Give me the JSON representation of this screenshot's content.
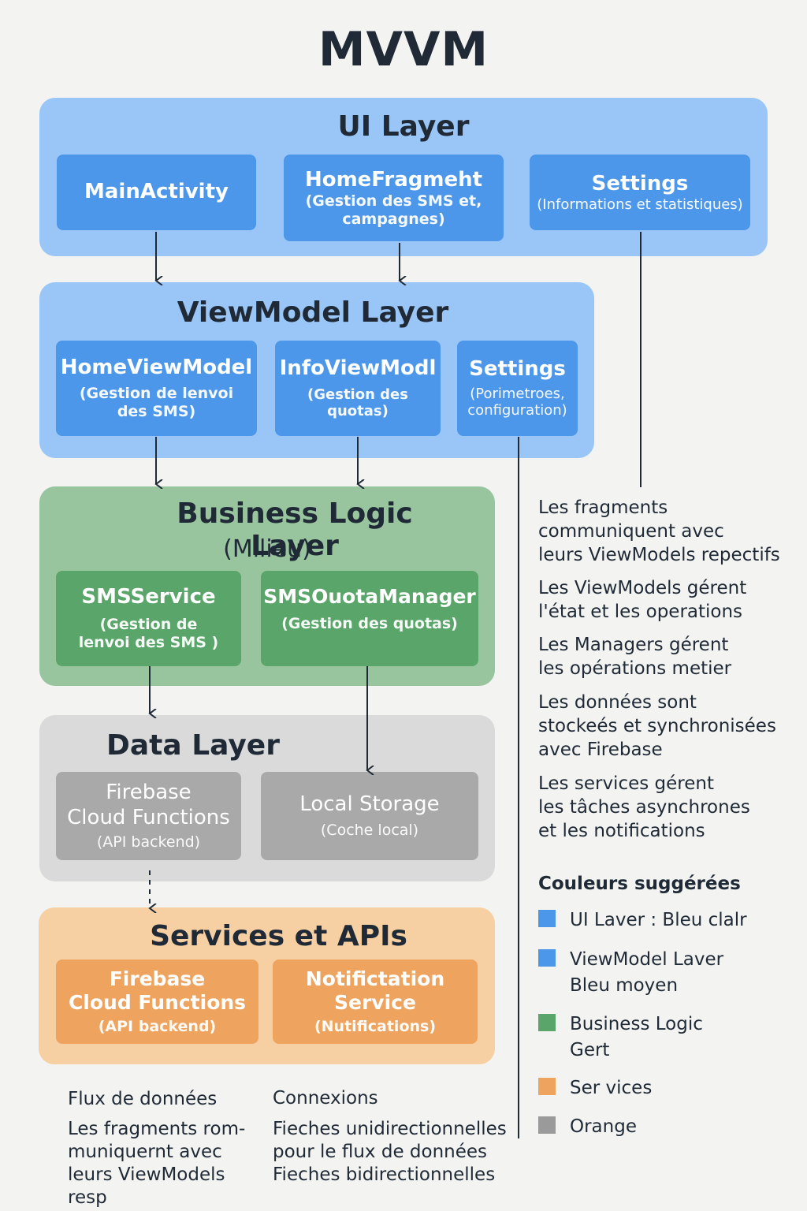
{
  "title": "MVVM",
  "ui_layer": {
    "title": "UI Layer",
    "boxes": [
      {
        "name": "MainActivity",
        "sub": ""
      },
      {
        "name": "HomeFragmeht",
        "sub": "(Gestion des SMS et,\ncampagnes)"
      },
      {
        "name": "Settings",
        "sub": "(Informations et statistiques)"
      }
    ]
  },
  "viewmodel_layer": {
    "title": "ViewModel Layer",
    "boxes": [
      {
        "name": "HomeViewModel",
        "sub": "(Gestion de lenvoi\ndes SMS)"
      },
      {
        "name": "InfoViewModl",
        "sub": "(Gestion des quotas)"
      },
      {
        "name": "Settings",
        "sub": "(Porimetroes,\nconfiguration)"
      }
    ]
  },
  "business_layer": {
    "title": "Business Logic Layer",
    "subtitle": "(Milieu)",
    "boxes": [
      {
        "name": "SMSService",
        "sub": "(Gestion de\nlenvoi des SMS )"
      },
      {
        "name": "SMSOuotaManager",
        "sub": "(Gestion des quotas)"
      }
    ]
  },
  "data_layer": {
    "title": "Data Layer",
    "boxes": [
      {
        "name": "Firebase\nCloud Functions",
        "sub": "(API backend)"
      },
      {
        "name": "Local Storage",
        "sub": "(Coche local)"
      }
    ]
  },
  "services_layer": {
    "title": "Services et APIs",
    "boxes": [
      {
        "name": "Firebase\nCloud Functions",
        "sub": "(API backend)"
      },
      {
        "name": "Notifictation\nService",
        "sub": "(Nutifications)"
      }
    ]
  },
  "notes": [
    "Les fragments\ncommuniquent avec\nleurs ViewModels repectifs",
    "Les ViewModels gérent\nl'état et les operations",
    "Les Managers gérent\nles opérations metier",
    "Les données sont\nstockeés et synchronisées\navec Firebase",
    "Les services gérent\nles tâches asynchrones\net les notifications"
  ],
  "legend": {
    "title": "Couleurs suggérées",
    "items": [
      {
        "label": "UI Laver : Bleu clalr",
        "color": "#4d97ea"
      },
      {
        "label": "ViewModel Laver\nBleu moyen",
        "color": "#4d97ea"
      },
      {
        "label": "Business Logic\nGert",
        "color": "#5aa56a"
      },
      {
        "label": "Ser vices",
        "color": "#eea45f"
      },
      {
        "label": "Orange",
        "color": "#9a9a9a"
      }
    ]
  },
  "footer": {
    "flux_title": "Flux de données",
    "flux_text": "Les fragments rom-\nmuniquernt avec\nleurs ViewModels resp",
    "connexions_title": "Connexions",
    "connexions_text": "Fieches unidirectionnelles\npour le flux de données\nFieches bidirectionnelles"
  }
}
